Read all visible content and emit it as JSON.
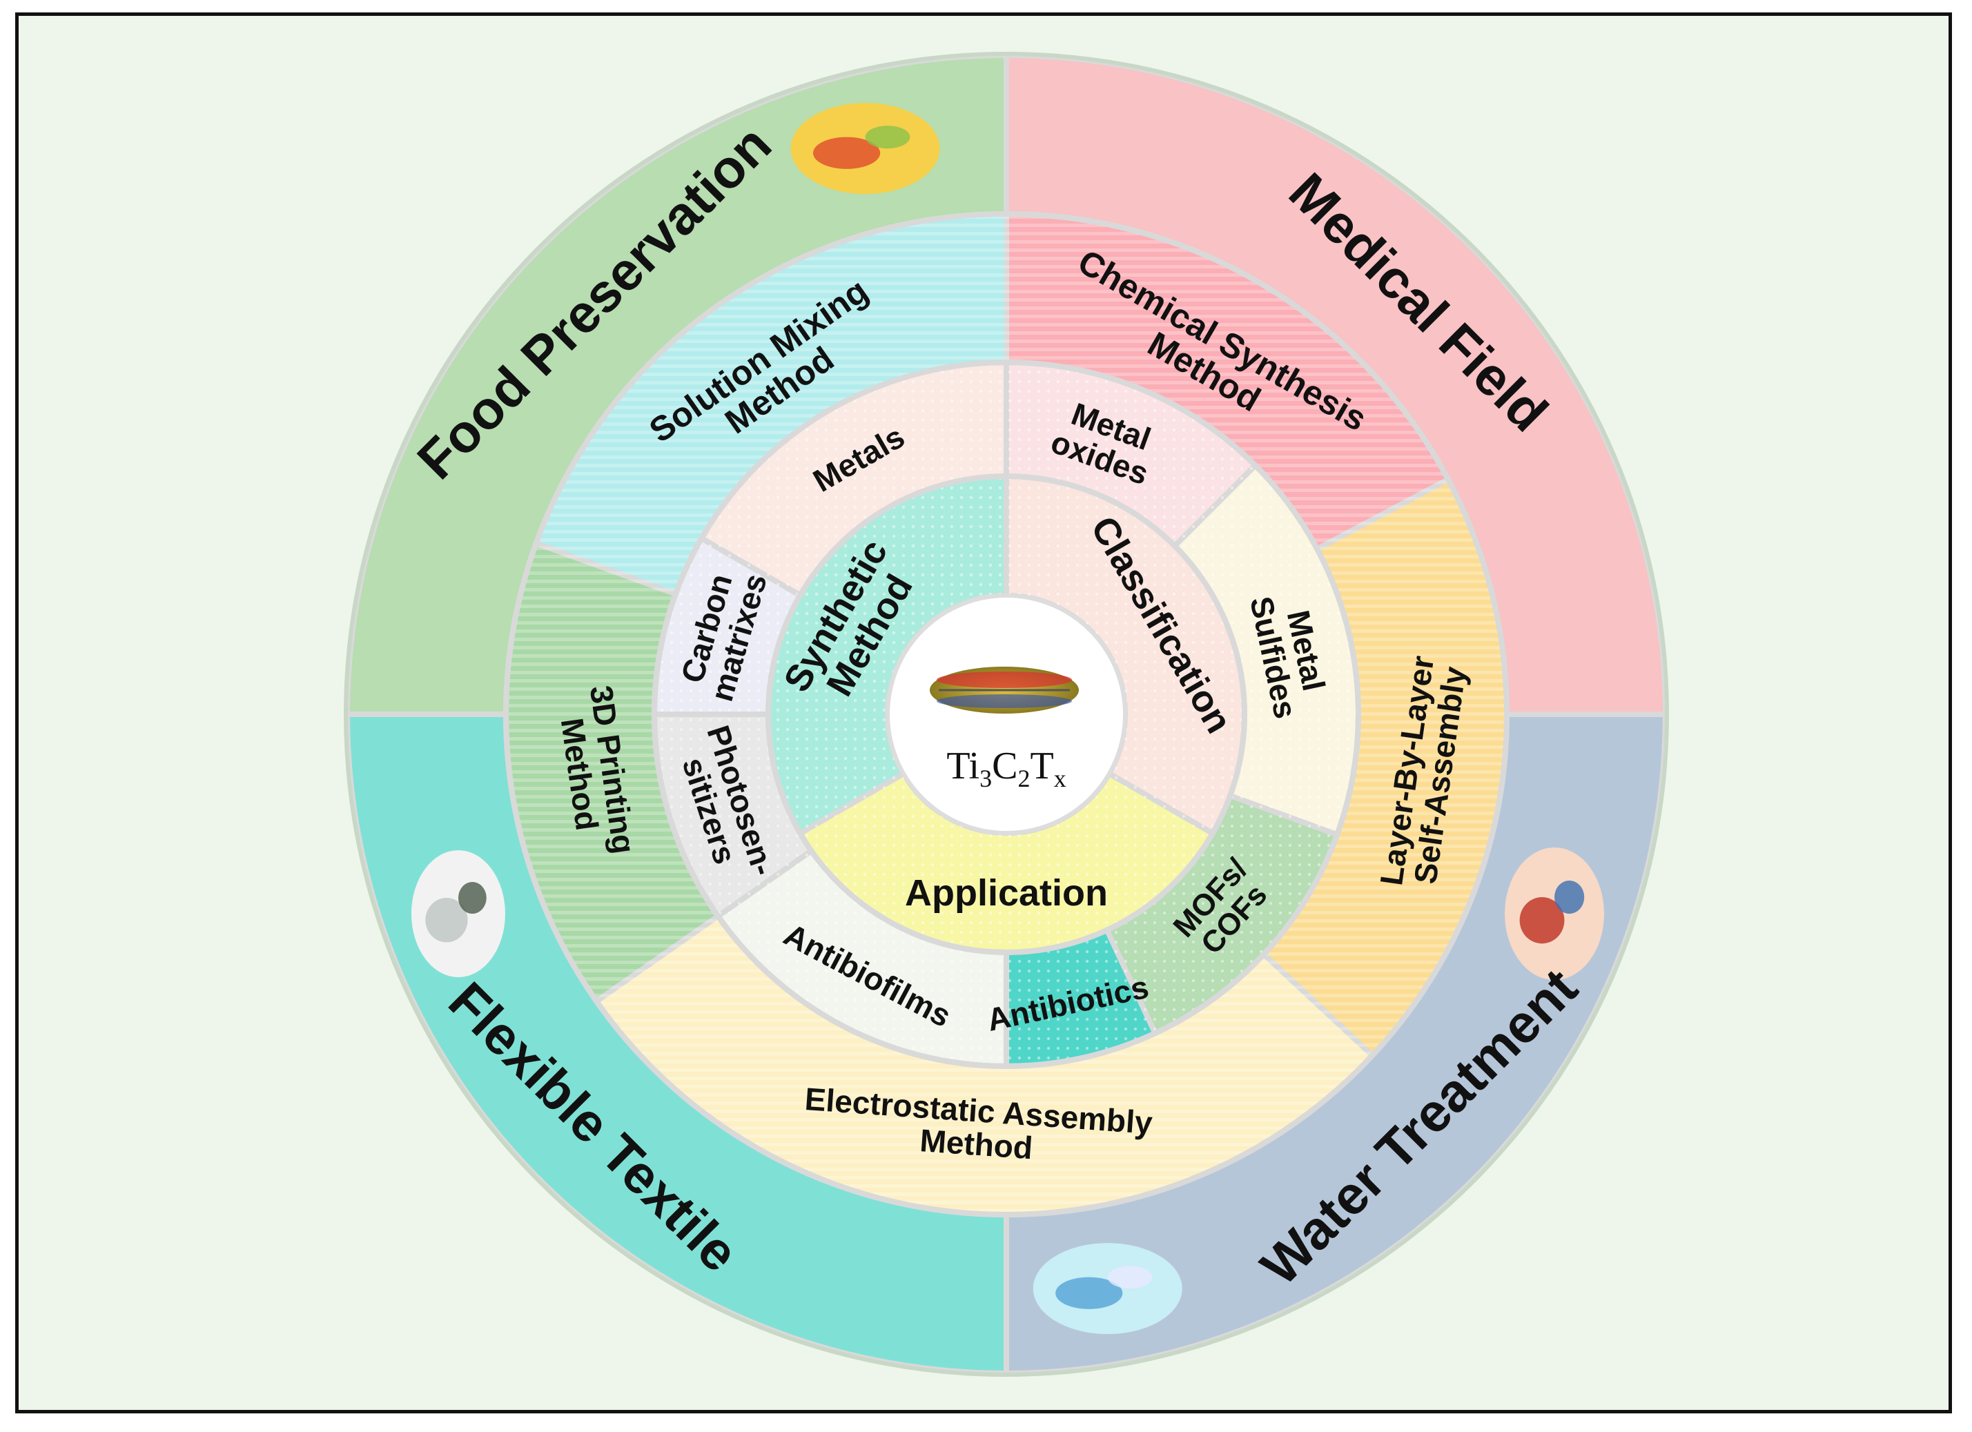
{
  "center": {
    "label_main_1": "Ti",
    "sub_1": "3",
    "label_main_2": "C",
    "sub_2": "2",
    "label_main_3": "T",
    "sub_3": "x",
    "image_icon": "molecule-structure-icon"
  },
  "core_ring": {
    "segments": [
      {
        "label": "Classification",
        "color": "#fbe5df"
      },
      {
        "label": "Application",
        "color": "#f8f7a6"
      },
      {
        "label": "Synthetic Method",
        "color": "#a9ecdd"
      }
    ]
  },
  "materials_ring": {
    "segments": [
      {
        "label": "Metal oxides",
        "color": "#fbe3e5"
      },
      {
        "label": "Metal Sulfides",
        "color": "#fbf6e2"
      },
      {
        "label": "MOFs/ COFs",
        "color": "#b6ddb4"
      },
      {
        "label": "Antibiotics",
        "color": "#4fd6c8"
      },
      {
        "label": "Antibiofilms",
        "color": "#f2f6ee"
      },
      {
        "label": "Photosen- sitizers",
        "color": "#e8e8e8"
      },
      {
        "label": "Carbon matrixes",
        "color": "#ececf6"
      },
      {
        "label": "Metals",
        "color": "#fbe9e4"
      }
    ]
  },
  "methods_ring": {
    "segments": [
      {
        "label": "Chemical Synthesis Method",
        "color": "#fbaeb5"
      },
      {
        "label": "Layer-By-Layer Self-Assembly",
        "color": "#fbdc92"
      },
      {
        "label": "Electrostatic Assembly Method",
        "color": "#fcf0c4"
      },
      {
        "label": "3D Printing Method",
        "color": "#a9d8a7"
      },
      {
        "label": "Solution Mixing Method",
        "color": "#b3ecec"
      }
    ]
  },
  "fields_ring": {
    "segments": [
      {
        "label": "Medical Field",
        "color": "#f9c2c4",
        "image_icon": "tissue-image-icon"
      },
      {
        "label": "Water Treatment",
        "color": "#b6c6d9",
        "image_icon": "water-particles-image-icon"
      },
      {
        "label": "Flexible Textile",
        "color": "#7fe1d5",
        "image_icon": "fiber-image-icon"
      },
      {
        "label": "Food Preservation",
        "color": "#b7ddb1",
        "image_icon": "fruit-image-icon"
      }
    ]
  }
}
